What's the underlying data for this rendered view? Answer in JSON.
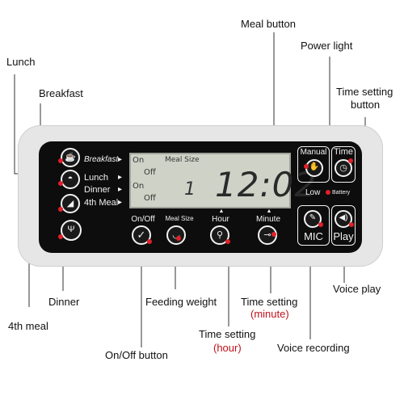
{
  "callouts": {
    "meal_button": "Meal button",
    "power_light": "Power light",
    "time_setting_button_line1": "Time setting",
    "time_setting_button_line2": "button",
    "lunch": "Lunch",
    "breakfast": "Breakfast",
    "dinner": "Dinner",
    "fourth_meal": "4th meal",
    "feeding_weight": "Feeding weight",
    "time_setting_minute_line1": "Time setting",
    "time_setting_minute_line2": "(minute)",
    "time_setting_hour_line1": "Time setting",
    "time_setting_hour_line2": "(hour)",
    "onoff_button": "On/Off button",
    "voice_recording": "Voice recording",
    "voice_play": "Voice play"
  },
  "device": {
    "meals": {
      "breakfast": "Breakfast",
      "lunch": "Lunch",
      "dinner": "Dinner",
      "fourth": "4th Meal"
    },
    "lcd": {
      "on1": "On",
      "off1": "Off",
      "on2": "On",
      "off2": "Off",
      "meal_size": "Meal Size",
      "portion": "1",
      "time": "12:02"
    },
    "buttons": {
      "onoff": "On/Off",
      "meal_size": "Meal Size",
      "hour": "Hour",
      "minute": "Minute"
    },
    "right": {
      "manual": "Manual",
      "time": "Time",
      "low": "Low",
      "battery": "Battery",
      "mic": "MIC",
      "play": "Play"
    }
  },
  "colors": {
    "indicator": "#e0202a",
    "sub_label": "#c0101a"
  }
}
